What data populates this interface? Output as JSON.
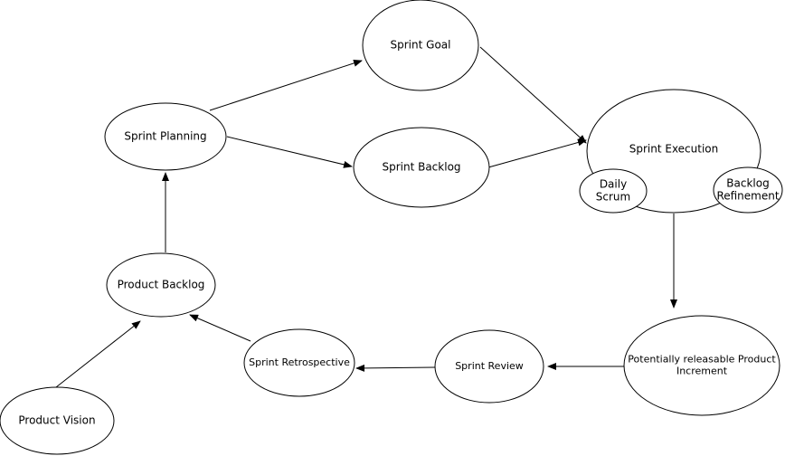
{
  "diagram": {
    "nodes": {
      "sprint_goal": {
        "lines": [
          "Sprint Goal"
        ]
      },
      "sprint_planning": {
        "lines": [
          "Sprint Planning"
        ]
      },
      "sprint_backlog": {
        "lines": [
          "Sprint Backlog"
        ]
      },
      "sprint_execution": {
        "lines": [
          "Sprint Execution"
        ]
      },
      "daily_scrum": {
        "lines": [
          "Daily",
          "Scrum"
        ]
      },
      "backlog_refinement": {
        "lines": [
          "Backlog",
          "Refinement"
        ]
      },
      "product_backlog": {
        "lines": [
          "Product Backlog"
        ]
      },
      "sprint_retrospective": {
        "lines": [
          "Sprint Retrospective"
        ]
      },
      "sprint_review": {
        "lines": [
          "Sprint Review"
        ]
      },
      "potentially_releasable_increment": {
        "lines": [
          "Potentially releasable Product",
          "Increment"
        ]
      },
      "product_vision": {
        "lines": [
          "Product Vision"
        ]
      }
    },
    "edges": [
      {
        "from": "sprint_planning",
        "to": "sprint_goal"
      },
      {
        "from": "sprint_planning",
        "to": "sprint_backlog"
      },
      {
        "from": "sprint_goal",
        "to": "sprint_execution"
      },
      {
        "from": "sprint_backlog",
        "to": "sprint_execution"
      },
      {
        "from": "sprint_execution",
        "to": "potentially_releasable_increment"
      },
      {
        "from": "potentially_releasable_increment",
        "to": "sprint_review"
      },
      {
        "from": "sprint_review",
        "to": "sprint_retrospective"
      },
      {
        "from": "sprint_retrospective",
        "to": "product_backlog"
      },
      {
        "from": "product_backlog",
        "to": "sprint_planning"
      },
      {
        "from": "product_vision",
        "to": "product_backlog"
      }
    ]
  }
}
